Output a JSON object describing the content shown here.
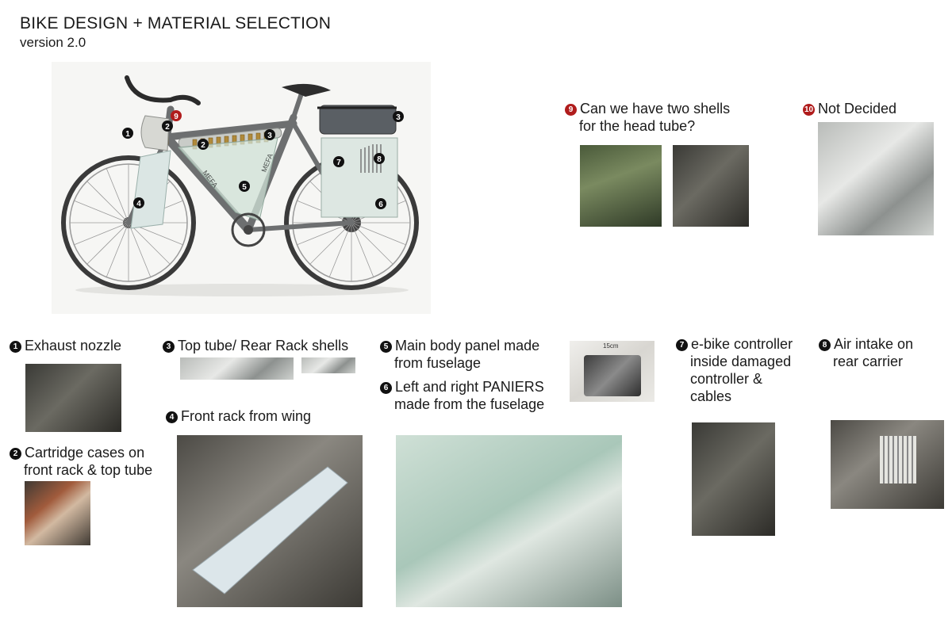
{
  "header": {
    "title": "BIKE DESIGN + MATERIAL SELECTION",
    "subtitle": "version 2.0"
  },
  "bike": {
    "frame_text": "MEFA",
    "markers": [
      "1",
      "2",
      "9",
      "2",
      "3",
      "3",
      "4",
      "5",
      "6",
      "7",
      "8"
    ]
  },
  "items": {
    "i9": {
      "num": "9",
      "label_line1": "Can we have two shells",
      "label_line2": "for the head tube?"
    },
    "i10": {
      "num": "10",
      "label": "Not Decided"
    },
    "i1": {
      "num": "1",
      "label": "Exhaust nozzle"
    },
    "i2": {
      "num": "2",
      "label_line1": "Cartridge cases on",
      "label_line2": "front rack & top tube"
    },
    "i3": {
      "num": "3",
      "label": "Top tube/ Rear Rack shells"
    },
    "i4": {
      "num": "4",
      "label": "Front rack from wing"
    },
    "i5": {
      "num": "5",
      "label_line1": "Main body panel made",
      "label_line2": "from fuselage"
    },
    "i6": {
      "num": "6",
      "label_line1": "Left and right PANIERS",
      "label_line2": "made from the fuselage"
    },
    "i7": {
      "num": "7",
      "label_line1": "e-bike controller",
      "label_line2": "inside damaged",
      "label_line3": "controller &",
      "label_line4": "cables"
    },
    "i8": {
      "num": "8",
      "label_line1": "Air intake on",
      "label_line2": "rear carrier"
    }
  },
  "photos": {
    "bag_ruler_text": "15cm"
  },
  "colors": {
    "badge_black": "#111111",
    "badge_red": "#b01c1c"
  }
}
